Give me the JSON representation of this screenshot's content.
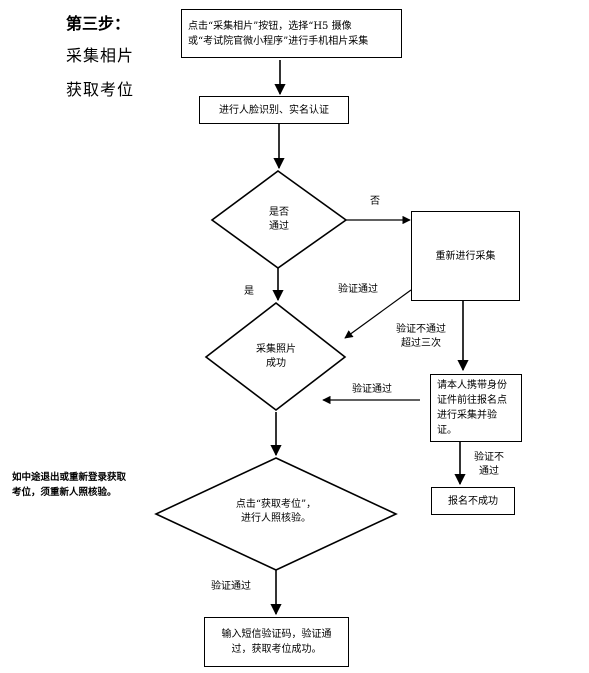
{
  "sidebar": {
    "step": "第三步：",
    "title1": "采集相片",
    "title2": "获取考位"
  },
  "note": "如中途退出或重新登录获取\n考位，须重新人照核验。",
  "nodes": {
    "start": "点击“采集相片”按钮，选择“H5 摄像\n或“考试院官微小程序”进行手机相片采集",
    "face": "进行人脸识别、实名认证",
    "decision1": "是否\n通过",
    "retake": "重新进行采集",
    "decision2": "采集照片\n成功",
    "bring_id": "请本人携带身份\n证件前往报名点\n进行采集并验\n证。",
    "fail": "报名不成功",
    "decision3": "点击“获取考位”，\n进行人照核验。",
    "sms": "输入短信验证码，验证通\n过，获取考位成功。"
  },
  "labels": {
    "no": "否",
    "yes": "是",
    "pass1": "验证通过",
    "fail_three": "验证不通过\n超过三次",
    "pass2": "验证通过",
    "not_pass": "验证不\n通过",
    "pass3": "验证通过"
  }
}
